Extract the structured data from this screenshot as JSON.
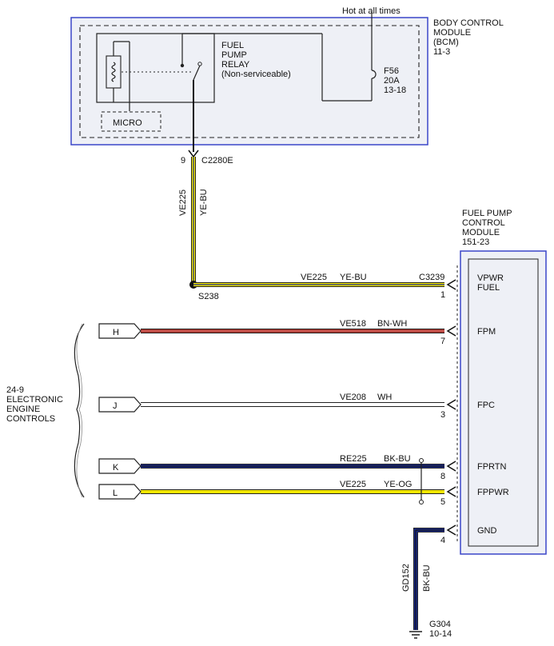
{
  "bcm": {
    "title_lines": [
      "BODY CONTROL",
      "MODULE",
      "(BCM)",
      "11-3"
    ],
    "hot_label": "Hot at all times",
    "fuse_lines": [
      "F56",
      "20A",
      "13-18"
    ],
    "relay_lines": [
      "FUEL",
      "PUMP",
      "RELAY",
      "(Non-serviceable)"
    ],
    "micro_label": "MICRO",
    "pin": "9",
    "connector": "C2280E"
  },
  "splice_wire": {
    "circuit": "VE225",
    "color_code": "YE-BU",
    "splice": "S238"
  },
  "fpcm": {
    "title_lines": [
      "FUEL PUMP",
      "CONTROL",
      "MODULE",
      "151-23"
    ],
    "connector": "C3239"
  },
  "ecm_label_lines": [
    "24-9",
    "ELECTRONIC",
    "ENGINE",
    "CONTROLS"
  ],
  "wires": [
    {
      "key": "vpwr",
      "circuit": "VE225",
      "color_code": "YE-BU",
      "pin": "1",
      "terminal_lines": [
        "VPWR",
        "FUEL"
      ],
      "color_main": "#f2e600",
      "color_stripe": "#1a2a8c"
    },
    {
      "key": "fpm",
      "tag": "H",
      "circuit": "VE518",
      "color_code": "BN-WH",
      "pin": "7",
      "terminal_lines": [
        "FPM"
      ],
      "color_main": "#b5362e",
      "color_stripe": "#ffffff"
    },
    {
      "key": "fpc",
      "tag": "J",
      "circuit": "VE208",
      "color_code": "WH",
      "pin": "3",
      "terminal_lines": [
        "FPC"
      ],
      "color_main": "#ffffff",
      "color_stripe": "#ffffff"
    },
    {
      "key": "fprtn",
      "tag": "K",
      "circuit": "RE225",
      "color_code": "BK-BU",
      "pin": "8",
      "terminal_lines": [
        "FPRTN"
      ],
      "color_main": "#1a2a8c",
      "color_stripe": "#111111"
    },
    {
      "key": "fppwr",
      "tag": "L",
      "circuit": "VE225",
      "color_code": "YE-OG",
      "pin": "5",
      "terminal_lines": [
        "FPPWR"
      ],
      "color_main": "#f2e600",
      "color_stripe": "#f2e600"
    },
    {
      "key": "gnd",
      "circuit": "GD152",
      "color_code": "BK-BU",
      "pin": "4",
      "terminal_lines": [
        "GND"
      ],
      "color_main": "#1a2a8c",
      "color_stripe": "#111111"
    }
  ],
  "ground": {
    "lines": [
      "G304",
      "10-14"
    ]
  },
  "colors": {
    "module_border": "#3a46c8",
    "module_fill": "#eef0f6"
  }
}
